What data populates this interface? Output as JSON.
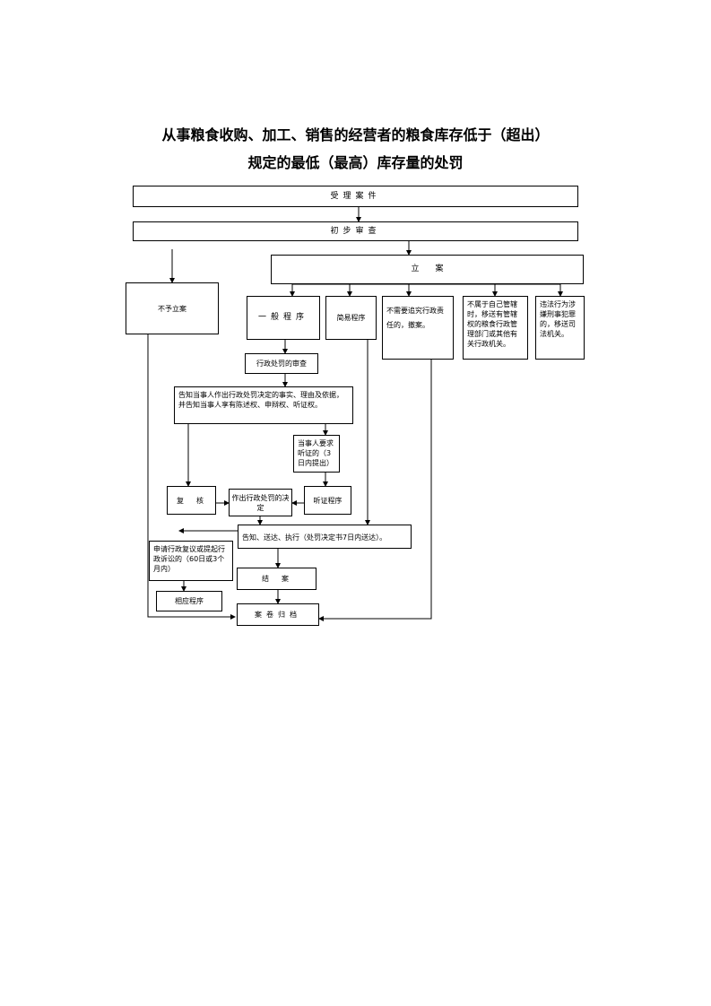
{
  "title": {
    "line1": "从事粮食收购、加工、销售的经营者的粮食库存低于（超出）",
    "line2": "规定的最低（最高）库存量的处罚"
  },
  "nodes": {
    "accept": "受理案件",
    "prelim": "初步审查",
    "file_case": "立　　案",
    "no_file": "不予立案",
    "general": "一般程序",
    "simple": "简易程序",
    "no_liability": "不需要追究行政责任的，撤案。",
    "not_jurisdiction": "不属于自己管辖时，移送有管辖权的粮食行政管理部门或其他有关行政机关。",
    "criminal": "违法行为涉嫌刑事犯罪的，移送司法机关。",
    "review": "行政处罚的审查",
    "notify": "告知当事人作出行政处罚决定的事实、理由及依据，并告知当事人享有陈述权、申辩权、听证权。",
    "hearing_req": "当事人要求听证的（3日内提出）",
    "recheck": "复　核",
    "decision": "作出行政处罚的决定",
    "hearing": "听证程序",
    "deliver": "告知、送达、执行（处罚决定书7日内送达）。",
    "appeal": "申请行政复议或提起行政诉讼的（60日或3个月内）",
    "close": "结　案",
    "procedure": "相应程序",
    "archive": "案卷归档"
  }
}
